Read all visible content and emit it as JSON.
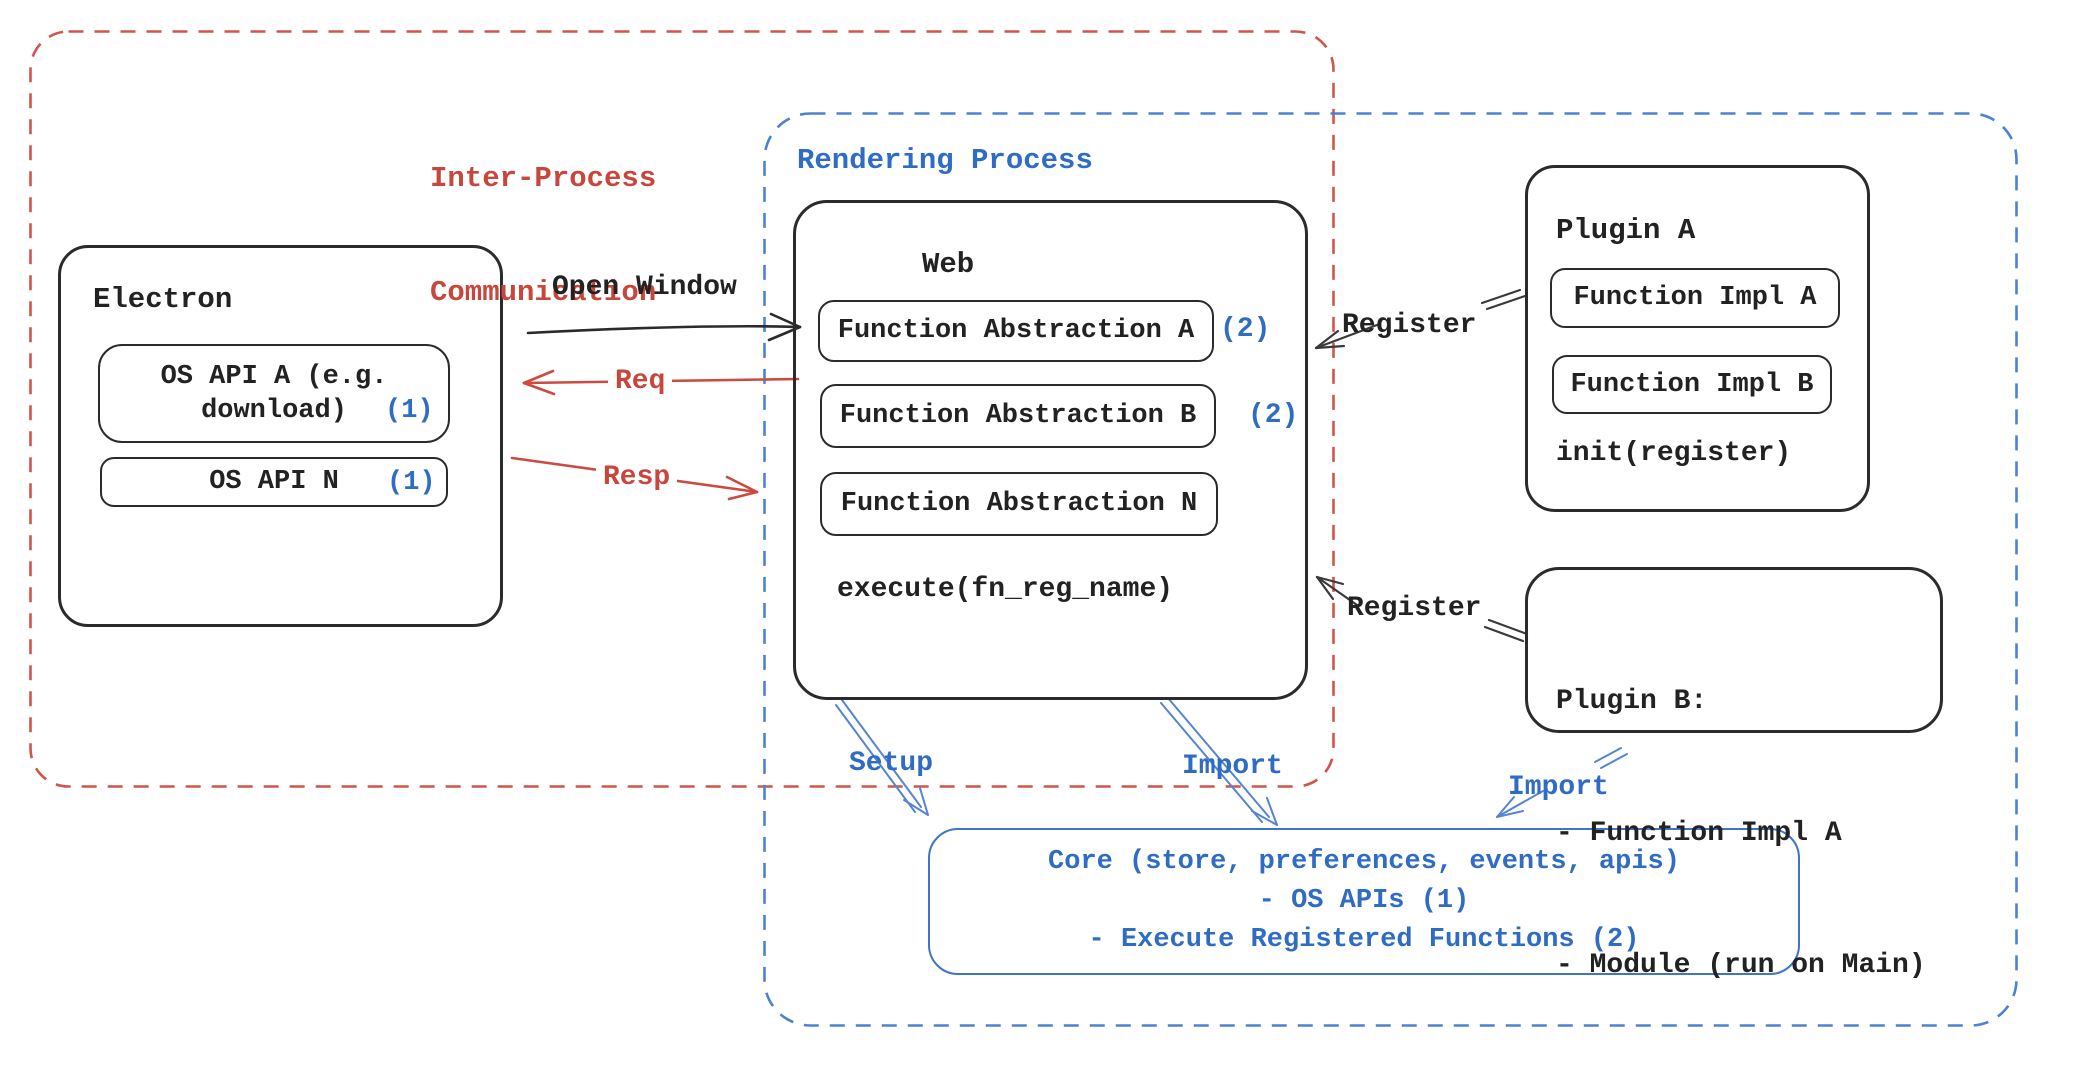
{
  "colors": {
    "red_accent": "#c7473d",
    "red_dash": "#d0554a",
    "blue_accent": "#2f6cc3",
    "blue_dash": "#4c82d2",
    "blue_arrow": "#5585d2",
    "ink": "#222222"
  },
  "ipc": {
    "line1": "Inter-Process",
    "line2": "Communication"
  },
  "rendering": {
    "label": "Rendering Process"
  },
  "electron": {
    "title": "Electron",
    "api_a_line1": "OS API A (e.g.",
    "api_a_line2": "download)",
    "api_a_badge": "(1)",
    "api_n_label": "OS API N",
    "api_n_badge": "(1)"
  },
  "web": {
    "title": "Web",
    "item_a": "Function Abstraction A",
    "item_a_badge": "(2)",
    "item_b": "Function Abstraction B",
    "item_b_badge": "(2)",
    "item_n": "Function Abstraction N",
    "footer": "execute(fn_reg_name)"
  },
  "plugin_a": {
    "title": "Plugin A",
    "impl_a": "Function Impl A",
    "impl_b": "Function Impl B",
    "footer": "init(register)"
  },
  "plugin_b": {
    "line1": "Plugin B:",
    "line2": "- Function Impl A",
    "line3": "- Module (run on Main)"
  },
  "core": {
    "line1": "Core (store, preferences, events, apis)",
    "line2": "- OS APIs (1)",
    "line3": "- Execute Registered Functions (2)"
  },
  "connectors": {
    "open_window": "Open Window",
    "req": "Req",
    "resp": "Resp",
    "register_top": "Register",
    "register_bottom": "Register",
    "setup": "Setup",
    "import_web": "Import",
    "import_plugin": "Import"
  }
}
